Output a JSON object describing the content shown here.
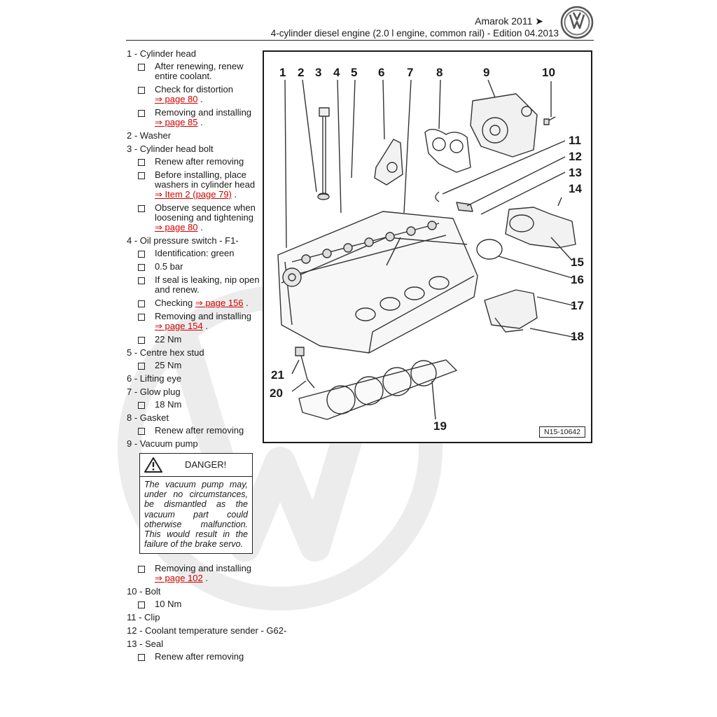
{
  "header": {
    "title": "Amarok 2011 ➤",
    "subtitle": "4-cylinder diesel engine (2.0 l engine, common rail) - Edition 04.2013"
  },
  "parts": [
    {
      "title": "1 - Cylinder head",
      "notes": [
        {
          "text": "After renewing, renew entire coolant.",
          "ref": "",
          "tail": ""
        },
        {
          "text": "Check for distortion ",
          "ref": "⇒ page 80",
          "tail": " ."
        },
        {
          "text": "Removing and installing ",
          "ref": "⇒ page 85",
          "tail": " ."
        }
      ]
    },
    {
      "title": "2 - Washer",
      "notes": []
    },
    {
      "title": "3 - Cylinder head bolt",
      "notes": [
        {
          "text": "Renew after removing",
          "ref": "",
          "tail": ""
        },
        {
          "text": "Before installing, place washers in cylinder head ",
          "ref": "⇒ Item 2 (page 79)",
          "tail": " ."
        },
        {
          "text": "Observe sequence when loosening and tightening ",
          "ref": "⇒ page 80",
          "tail": " ."
        }
      ]
    },
    {
      "title": "4 - Oil pressure switch - F1-",
      "notes": [
        {
          "text": "Identification: green",
          "ref": "",
          "tail": ""
        },
        {
          "text": "0.5 bar",
          "ref": "",
          "tail": ""
        },
        {
          "text": "If seal is leaking, nip open and renew.",
          "ref": "",
          "tail": ""
        },
        {
          "text": "Checking ",
          "ref": "⇒ page 156",
          "tail": " ."
        },
        {
          "text": "Removing and installing ",
          "ref": "⇒ page 154",
          "tail": " ."
        },
        {
          "text": "22 Nm",
          "ref": "",
          "tail": ""
        }
      ]
    },
    {
      "title": "5 - Centre hex stud",
      "notes": [
        {
          "text": "25 Nm",
          "ref": "",
          "tail": ""
        }
      ]
    },
    {
      "title": "6 - Lifting eye",
      "notes": []
    },
    {
      "title": "7 - Glow plug",
      "notes": [
        {
          "text": "18 Nm",
          "ref": "",
          "tail": ""
        }
      ]
    },
    {
      "title": "8 - Gasket",
      "notes": [
        {
          "text": "Renew after removing",
          "ref": "",
          "tail": ""
        }
      ]
    },
    {
      "title": "9 - Vacuum pump",
      "notes": []
    }
  ],
  "danger": {
    "label": "DANGER!",
    "text": "The vacuum pump may, under no circumstances, be dismantled as the vacuum part could otherwise malfunction. This would result in the failure of the brake servo."
  },
  "parts_after": [
    {
      "title": "",
      "notes": [
        {
          "text": "Removing and installing ",
          "ref": "⇒ page 102",
          "tail": " ."
        }
      ]
    },
    {
      "title": "10 - Bolt",
      "notes": [
        {
          "text": "10 Nm",
          "ref": "",
          "tail": ""
        }
      ]
    },
    {
      "title": "11 - Clip",
      "notes": []
    },
    {
      "title": "12 - Coolant temperature sender - G62-",
      "notes": []
    },
    {
      "title": "13 - Seal",
      "notes": [
        {
          "text": "Renew after removing",
          "ref": "",
          "tail": ""
        }
      ]
    }
  ],
  "diagram": {
    "figure_id": "N15-10642",
    "callouts_top": [
      "1",
      "2",
      "3",
      "4",
      "5",
      "6",
      "7",
      "8",
      "9",
      "10"
    ],
    "callouts_right": [
      "11",
      "12",
      "13",
      "14",
      "15",
      "16",
      "17",
      "18"
    ],
    "callouts_bottom": [
      "21",
      "20",
      "19"
    ]
  },
  "colors": {
    "link": "#d40000",
    "border": "#1a1a1a"
  }
}
